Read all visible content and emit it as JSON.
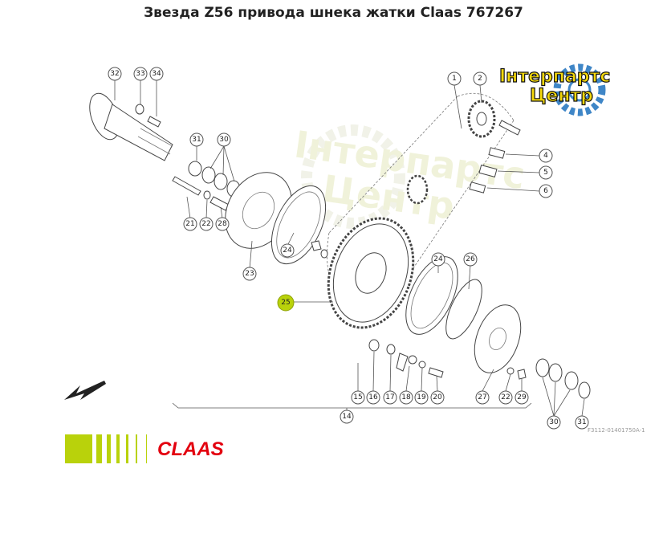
{
  "title": "Звезда Z56 привода шнека жатки Claas 767267",
  "watermark": {
    "line1": "Інтерпартс",
    "line2": "Центр"
  },
  "logo": {
    "line1": "Інтерпартс",
    "line2": "Центр"
  },
  "brand": {
    "name": "CLAAS",
    "color": "#e3000f",
    "stripe_color": "#b9d20b"
  },
  "highlight_color": "#b9d20b",
  "drawing_number": "F3112-01401750A-1",
  "callouts": [
    {
      "id": "c1",
      "label": "1"
    },
    {
      "id": "c2",
      "label": "2"
    },
    {
      "id": "c4",
      "label": "4"
    },
    {
      "id": "c5",
      "label": "5"
    },
    {
      "id": "c6",
      "label": "6"
    },
    {
      "id": "c32",
      "label": "32"
    },
    {
      "id": "c33",
      "label": "33"
    },
    {
      "id": "c34",
      "label": "34"
    },
    {
      "id": "c31a",
      "label": "31"
    },
    {
      "id": "c30a",
      "label": "30"
    },
    {
      "id": "c21",
      "label": "21"
    },
    {
      "id": "c22a",
      "label": "22"
    },
    {
      "id": "c28",
      "label": "28"
    },
    {
      "id": "c23",
      "label": "23"
    },
    {
      "id": "c24a",
      "label": "24"
    },
    {
      "id": "c25",
      "label": "25"
    },
    {
      "id": "c24b",
      "label": "24"
    },
    {
      "id": "c26",
      "label": "26"
    },
    {
      "id": "c15",
      "label": "15"
    },
    {
      "id": "c16",
      "label": "16"
    },
    {
      "id": "c17",
      "label": "17"
    },
    {
      "id": "c18",
      "label": "18"
    },
    {
      "id": "c19",
      "label": "19"
    },
    {
      "id": "c20",
      "label": "20"
    },
    {
      "id": "c27",
      "label": "27"
    },
    {
      "id": "c22b",
      "label": "22"
    },
    {
      "id": "c29",
      "label": "29"
    },
    {
      "id": "c14",
      "label": "14"
    },
    {
      "id": "c30b",
      "label": "30"
    },
    {
      "id": "c31b",
      "label": "31"
    }
  ]
}
